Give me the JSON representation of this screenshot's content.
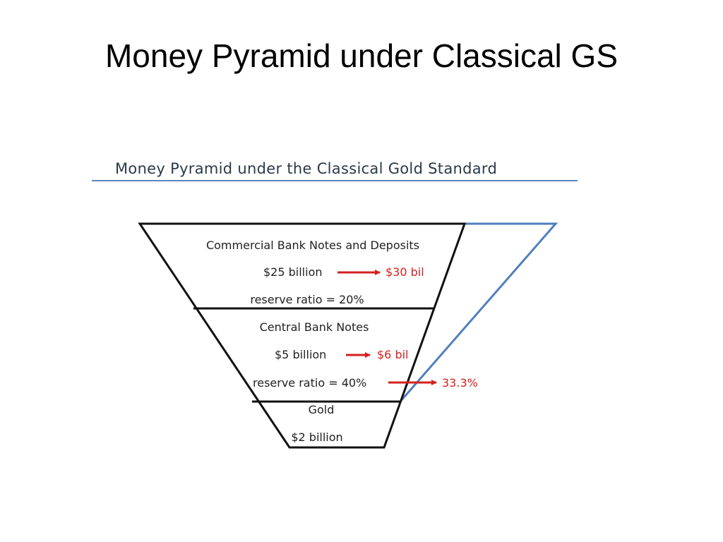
{
  "slide": {
    "title": "Money Pyramid under Classical GS"
  },
  "figure": {
    "header": "Money Pyramid under the Classical Gold Standard",
    "colors": {
      "header_text": "#2b3a4a",
      "rule": "#5b86bd",
      "outline": "#111111",
      "arrow": "#d42020",
      "new_value": "#d42020",
      "expansion_line": "#4f7fbd"
    },
    "layers": [
      {
        "name": "Commercial Bank Notes and Deposits",
        "amount": "$25 billion",
        "new_amount": "$30 bil",
        "ratio": "reserve ratio = 20%"
      },
      {
        "name": "Central Bank Notes",
        "amount": "$5 billion",
        "new_amount": "$6 bil",
        "ratio": "reserve ratio = 40%",
        "new_ratio": "33.3%"
      },
      {
        "name": "Gold",
        "amount": "$2 billion"
      }
    ]
  }
}
